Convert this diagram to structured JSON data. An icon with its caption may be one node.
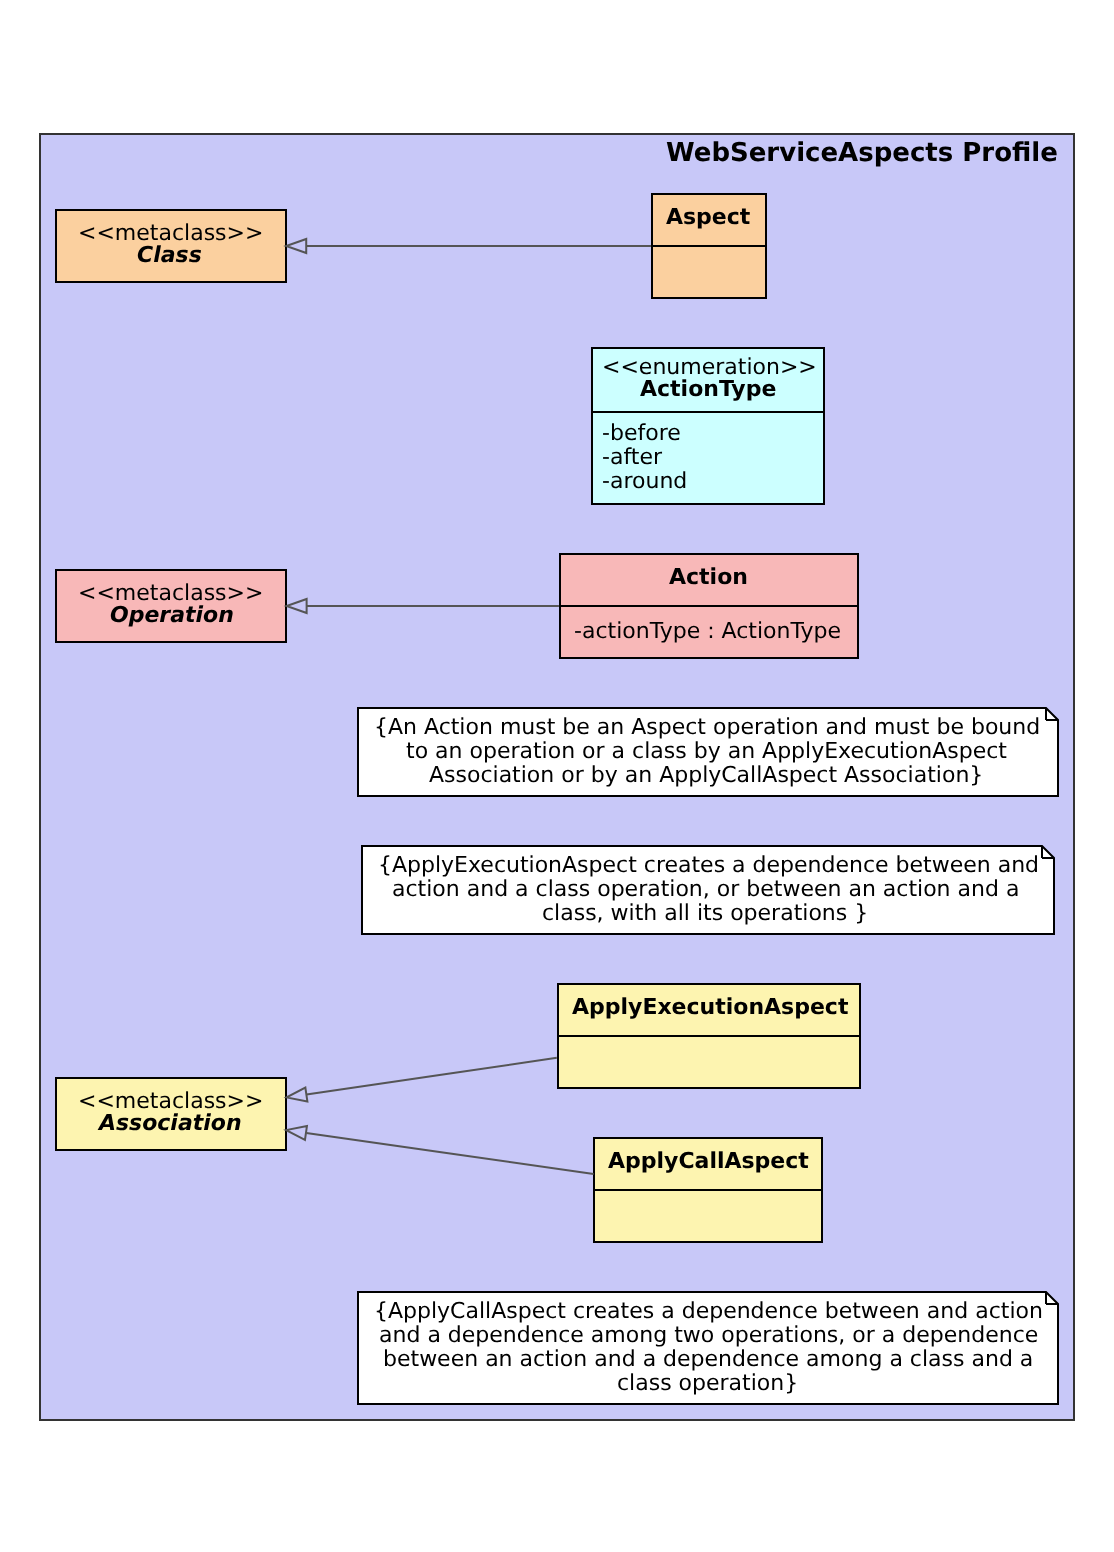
{
  "diagram": {
    "nodes": [
      {
        "text": [
          "WebServiceAspects Profile"
        ]
      },
      {
        "text": [
          "<<metaclass>>",
          "Class"
        ],
        "in": 0
      },
      {
        "text": [
          "Aspect"
        ],
        "in": 0
      },
      {
        "text": [
          "<<enumeration>>",
          "ActionType",
          "-before",
          "-after",
          "-around"
        ],
        "in": 0
      },
      {
        "text": [
          "<<metaclass>>",
          "Operation"
        ],
        "in": 0
      },
      {
        "text": [
          "Action",
          "-actionType : ActionType"
        ],
        "in": 0
      },
      {
        "text": [
          "{An Action must be an Aspect operation and must be bound to an operation or a class by an ApplyExecutionAspect Association or by an ApplyCallAspect Association}"
        ],
        "in": 0
      },
      {
        "text": [
          "{ApplyExecutionAspect creates a dependence between and action and a class operation, or between an action and a class, with all its operations }"
        ],
        "in": 0
      },
      {
        "text": [
          "<<metaclass>>",
          "Association"
        ],
        "in": 0
      },
      {
        "text": [
          "ApplyExecutionAspect"
        ],
        "in": 0
      },
      {
        "text": [
          "ApplyCallAspect"
        ],
        "in": 0
      },
      {
        "text": [
          "{ApplyCallAspect creates a dependence between and action and a dependence among two operations, or a dependence between an action and a dependence among a class and a class operation}"
        ],
        "in": 0
      }
    ],
    "edges": [
      {
        "from": 2,
        "to": 1,
        "arrow": "to"
      },
      {
        "from": 5,
        "to": 4,
        "arrow": "to"
      },
      {
        "from": 9,
        "to": 8,
        "arrow": "to"
      },
      {
        "from": 10,
        "to": 8,
        "arrow": "to"
      }
    ]
  }
}
